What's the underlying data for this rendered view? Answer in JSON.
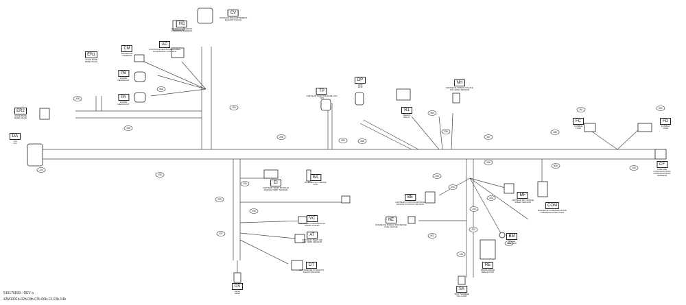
{
  "footer": {
    "line1": "515176833 - REV a",
    "line2": "43M1001b-02b-03b-07b-06b-12-13b-14b"
  },
  "connectors": [
    {
      "id": "HG",
      "desc": "INTERFACE GUIDON\nSTEERING HARNESS"
    },
    {
      "id": "CV",
      "desc": "SOUPAPE D'ECHAPPEMENT\nEXHAUST VALVE"
    },
    {
      "id": "AC",
      "desc": "CONTROLE DES ACCESSOIRES\nACCESSORY CONTROL"
    },
    {
      "id": "CM",
      "desc": "BOUSSOLE\nCOMPASS"
    },
    {
      "id": "ER1",
      "desc": "VALVE BASE\nBASE VALVE"
    },
    {
      "id": "PB",
      "desc": "PHARE\nHEADLIGHT"
    },
    {
      "id": "PA",
      "desc": "PHARE\nHEADLIGHT"
    },
    {
      "id": "ER2",
      "desc": "VALVE BASE\nBASE VALVE"
    },
    {
      "id": "TP",
      "desc": "CAPTEUR POSITION PAPILLON\nTPS"
    },
    {
      "id": "DP",
      "desc": "DPM\nDPM"
    },
    {
      "id": "NH",
      "desc": "SONDE DE NIVEAU D'HUILE\nOIL LEVEL SENSOR"
    },
    {
      "id": "R1",
      "desc": "RELAIS\nRELAY"
    },
    {
      "id": "FC",
      "desc": "FUSIBLE\nFUSE"
    },
    {
      "id": "FD",
      "desc": "FUSIBLE\nFUSE"
    },
    {
      "id": "DA",
      "desc": "CDI\nCDI"
    },
    {
      "id": "CF",
      "desc": "CABLAGE CONFIGURATION\nCONFIGURATION HARNESS"
    },
    {
      "id": "EI",
      "desc": "CAPTEUR TEMP. MOTEUR\nENGINE TEMP. SENSOR"
    },
    {
      "id": "BA",
      "desc": "BOBINE D'ALLUMAGE\nCOIL"
    },
    {
      "id": "VC",
      "desc": "SOUPAPE CONSUMPTION\nVALVE OUTLET"
    },
    {
      "id": "AT",
      "desc": "CAPTEUR TEMP. AIR\nAIR TEMP. SENSOR"
    },
    {
      "id": "DT",
      "desc": "CAPTEUR DE CLIQUETIS\nKNOCK SENSOR"
    },
    {
      "id": "DS",
      "desc": "DESS\nDESS"
    },
    {
      "id": "BE",
      "desc": "CAPTEUR POSITION MOTEUR\nENGINE POSITION SENSOR"
    },
    {
      "id": "MF",
      "desc": "CAPTEUR DE VITESSE\nSPEED SENSOR"
    },
    {
      "id": "COM",
      "desc": "BORNE DE COMMUNICATION\nCOMMUNICATION PORT"
    },
    {
      "id": "NE",
      "desc": "SONDE DE NIVEAU D'ESSENCE\nFUEL GAUGE"
    },
    {
      "id": "BM",
      "desc": "MASSE\nGROUND"
    },
    {
      "id": "RE",
      "desc": "REGULATEUR\nREGULATOR"
    },
    {
      "id": "SA",
      "desc": "TEST ARRIERE\nTAIL LAMP"
    }
  ],
  "dimensions": [
    "255",
    "258",
    "254",
    "866",
    "258",
    "595",
    "258",
    "589",
    "258",
    "367",
    "258",
    "367",
    "254",
    "258",
    "420",
    "258",
    "866",
    "258",
    "255",
    "253",
    "255",
    "257",
    "258",
    "254",
    "253",
    "253",
    "592",
    "254",
    "146",
    "258"
  ]
}
